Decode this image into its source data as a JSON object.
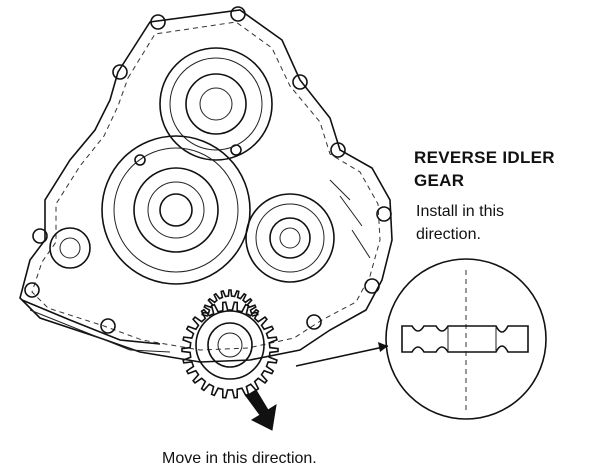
{
  "callout": {
    "title_line1": "REVERSE IDLER",
    "title_line2": "GEAR",
    "note_line1": "Install in this",
    "note_line2": "direction."
  },
  "instruction": "Move in this direction."
}
